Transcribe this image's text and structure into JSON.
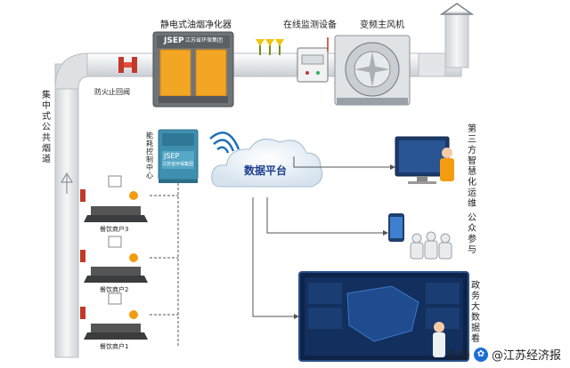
{
  "labels": {
    "purifier": "静电式油烟净化器",
    "purifier_brand": "JSEP",
    "purifier_company": "江苏省环保集团",
    "monitor": "在线监测设备",
    "fan": "变频主风机",
    "fire_valve": "防火止回阀",
    "duct": "集中式公共烟道",
    "control_center": "能耗控制中心",
    "control_brand": "JSEP",
    "control_company": "江苏省环保集团",
    "platform": "数据平台",
    "third_party": "第三方智慧化运维",
    "public": "公众参与",
    "government": "政务大数据看",
    "shop3": "餐饮商户3",
    "shop2": "餐饮商户2",
    "shop1": "餐饮商户1"
  },
  "watermark": {
    "prefix": "头条",
    "handle": "@江苏经济报"
  },
  "colors": {
    "pipe": "#e9ecef",
    "accent": "#f39c12",
    "platform": "#1d3d8f",
    "line": "#555555"
  }
}
